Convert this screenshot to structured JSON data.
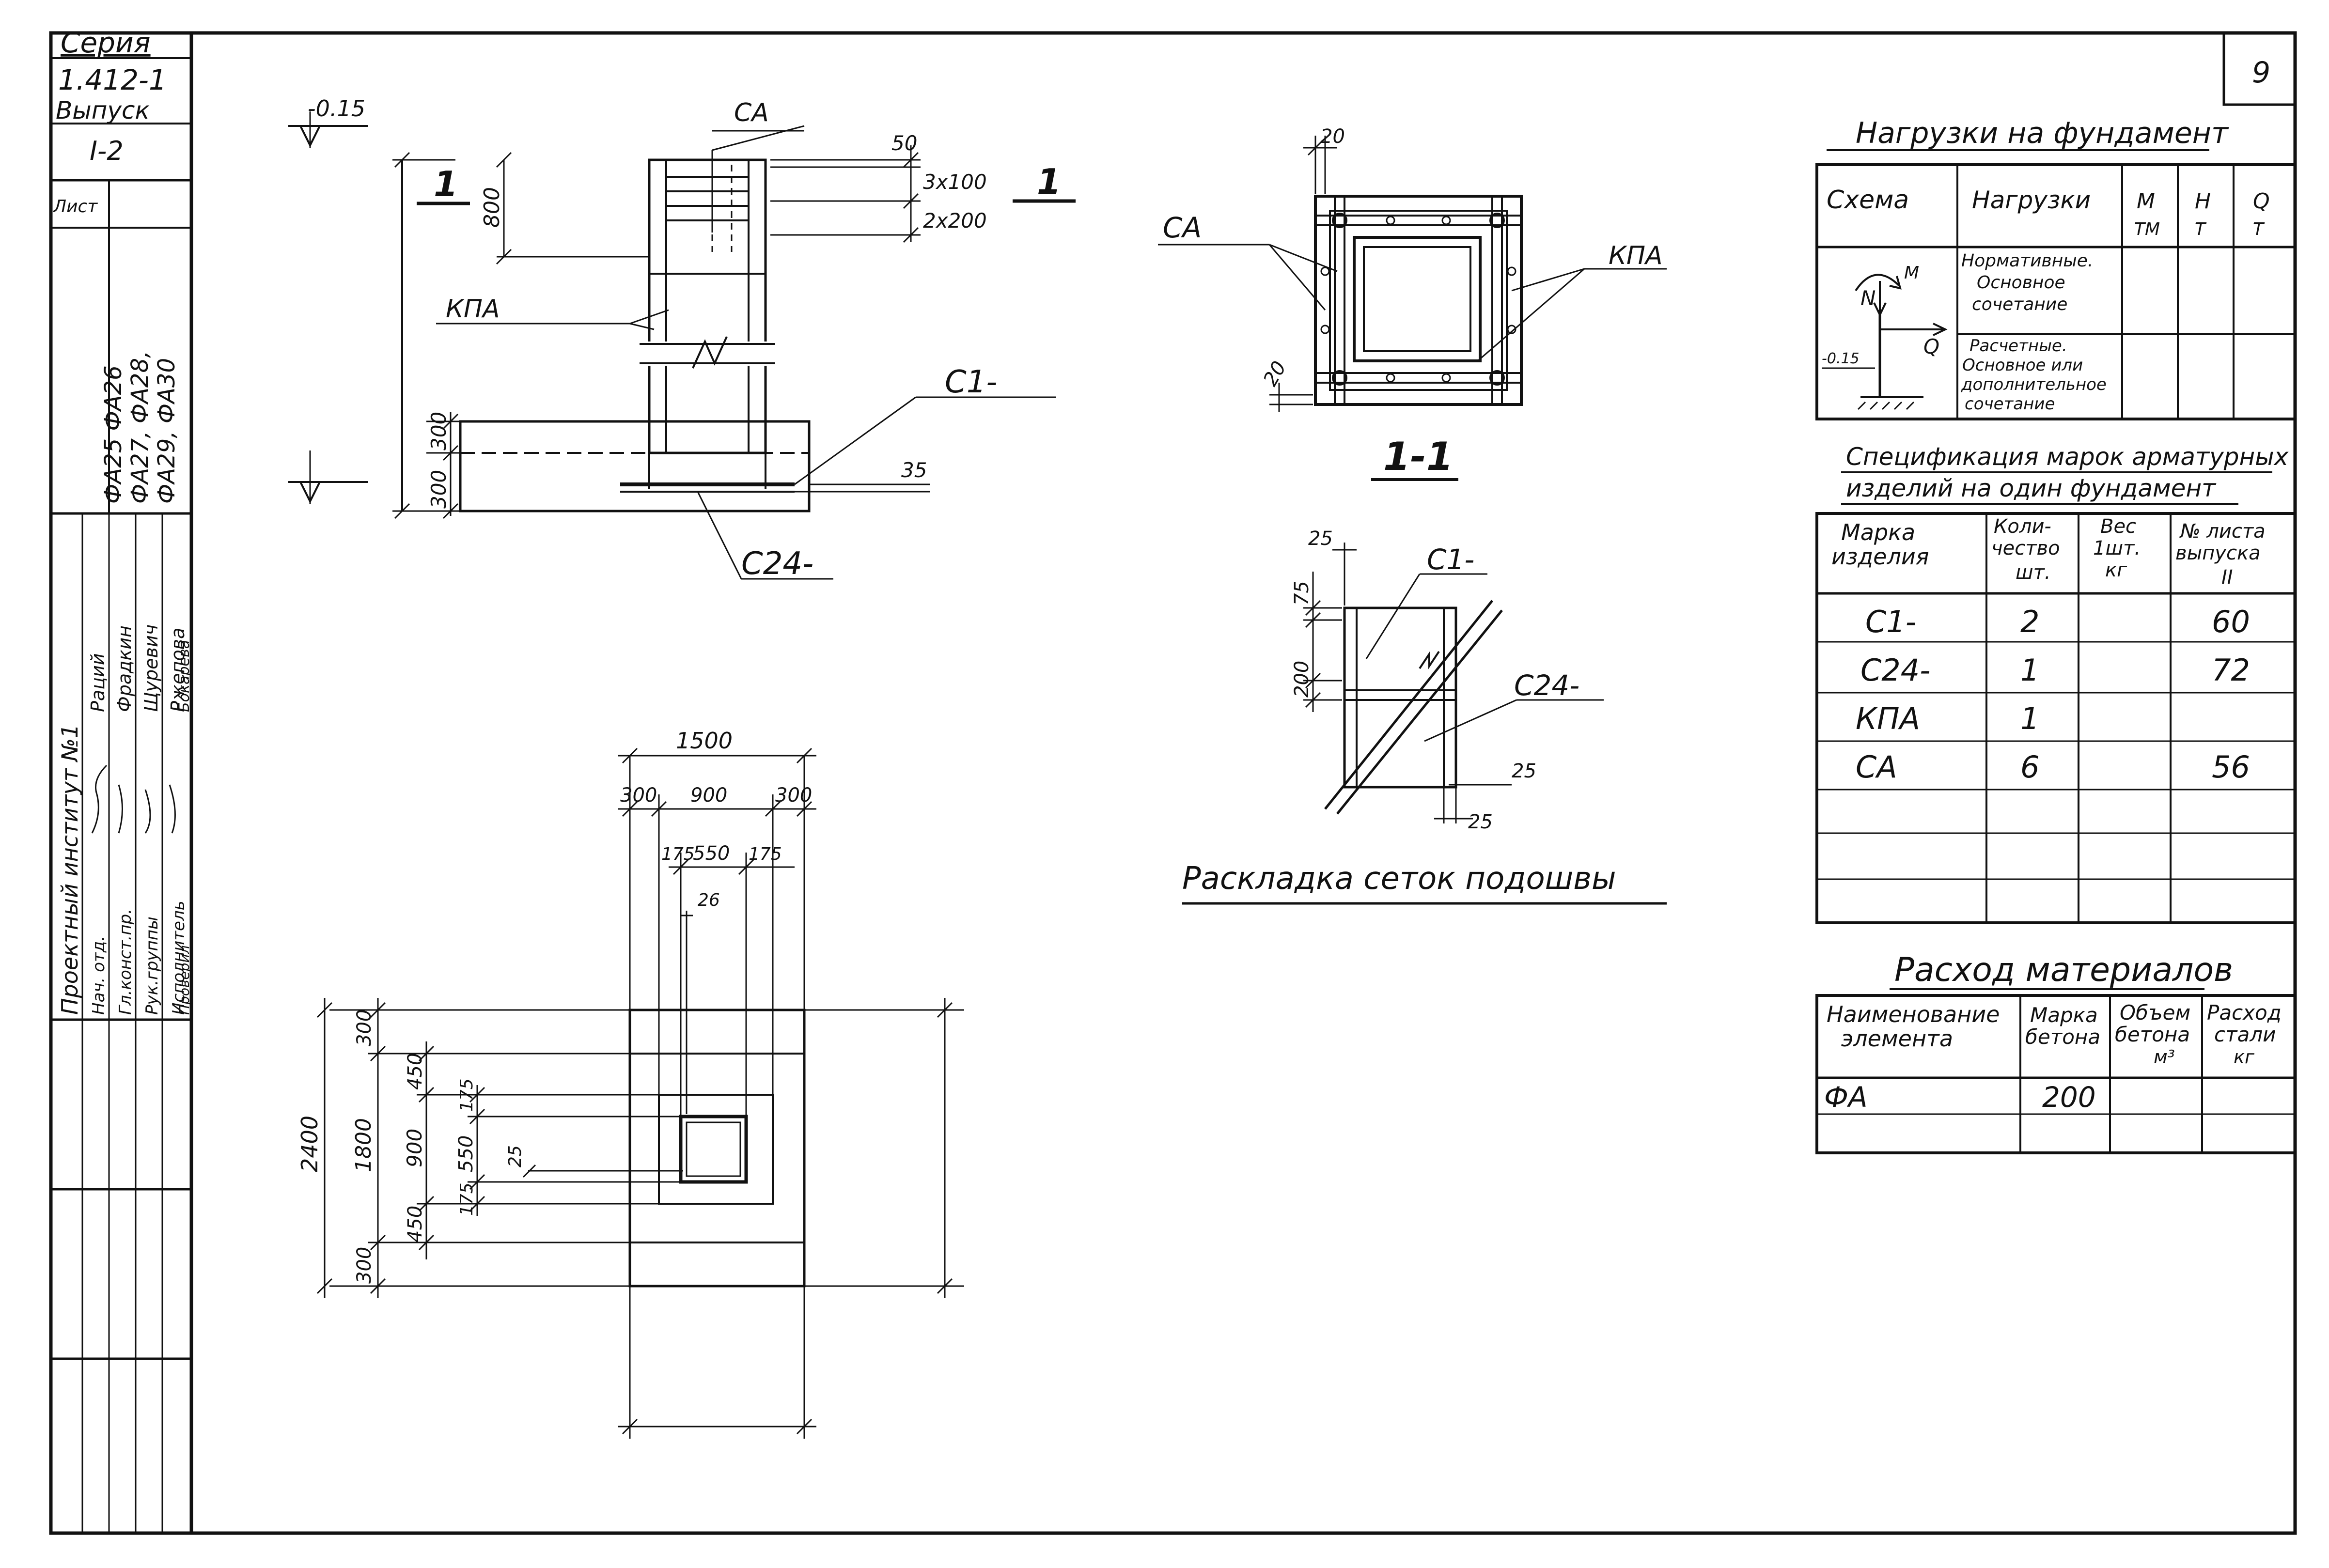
{
  "title_block": {
    "series_label": "Серия",
    "series_value": "1.412-1",
    "issue_label": "Выпуск",
    "issue_value": "I-2",
    "sheet_label": "Лист",
    "marks_line1": "ФА25  ФА26",
    "marks_line2": "ФА27, ФА28,",
    "marks_line3": "ФА29, ФА30",
    "institute": "Проектный институт №1",
    "roles": [
      "Нач. отд.",
      "Гл.конст.пр.",
      "Рук.группы",
      "Исполнитель",
      "Проверил"
    ],
    "names": [
      "Раций",
      "Фрадкин",
      "Щуревич",
      "Ржепова",
      "Бокарева"
    ]
  },
  "sheet_number": "9",
  "elevation": {
    "level_top": "-0.15",
    "label_ca": "СА",
    "label_kpa": "КПА",
    "label_c1": "С1-",
    "label_c24": "С24-",
    "section_mark": "1",
    "dim_50": "50",
    "dim_3x100": "3x100",
    "dim_2x200": "2x200",
    "dim_800": "800",
    "dim_300a": "300",
    "dim_300b": "300",
    "dim_35": "35"
  },
  "section_1_1": {
    "title": "1-1",
    "label_ca": "СА",
    "label_kpa": "КПА",
    "dim_20a": "20",
    "dim_20b": "20"
  },
  "mesh_layout": {
    "title": "Раскладка сеток подошвы",
    "label_c1": "С1-",
    "label_c24": "С24-",
    "dim_25a": "25",
    "dim_75": "75",
    "dim_200": "200",
    "dim_25b": "25",
    "dim_25c": "25"
  },
  "plan": {
    "dim_1500": "1500",
    "dim_300l": "300",
    "dim_900": "900",
    "dim_300r": "300",
    "dim_175l": "175",
    "dim_550": "550",
    "dim_175r": "175",
    "dim_26": "26",
    "dim_2400": "2400",
    "dim_1800": "1800",
    "dim_300t": "300",
    "dim_300b": "300",
    "dim_450a": "450",
    "dim_900v": "900",
    "dim_450b": "450",
    "dim_175a": "175",
    "dim_550v": "550",
    "dim_175b": "175",
    "dim_25": "25"
  },
  "loads_table": {
    "title": "Нагрузки на фундамент",
    "headers": [
      "Схема",
      "Нагрузки",
      "М\nТМ",
      "Н\nТ",
      "Q\nТ"
    ],
    "scheme_M": "M",
    "scheme_N": "N",
    "scheme_Q": "Q",
    "scheme_level": "-0.15",
    "row1": [
      "Нормативные.",
      "Основное",
      "сочетание"
    ],
    "row2": [
      "Расчетные.",
      "Основное или",
      "дополнительное",
      "сочетание"
    ]
  },
  "spec_table": {
    "title_line1": "Спецификация марок арматурных",
    "title_line2": "изделий на один фундамент",
    "headers": [
      [
        "Марка",
        "изделия"
      ],
      [
        "Коли-",
        "чество",
        "шт."
      ],
      [
        "Вес",
        "1шт.",
        "кг"
      ],
      [
        "№ листа",
        "выпуска",
        "II"
      ]
    ],
    "rows": [
      [
        "С1-",
        "2",
        "",
        "60"
      ],
      [
        "С24-",
        "1",
        "",
        "72"
      ],
      [
        "КПА",
        "1",
        "",
        ""
      ],
      [
        "СА",
        "6",
        "",
        "56"
      ]
    ]
  },
  "materials_table": {
    "title": "Расход материалов",
    "headers": [
      [
        "Наименование",
        "элемента"
      ],
      [
        "Марка",
        "бетона"
      ],
      [
        "Объем",
        "бетона",
        "м³"
      ],
      [
        "Расход",
        "стали",
        "кг"
      ]
    ],
    "rows": [
      [
        "ФА",
        "200",
        "",
        ""
      ]
    ]
  }
}
